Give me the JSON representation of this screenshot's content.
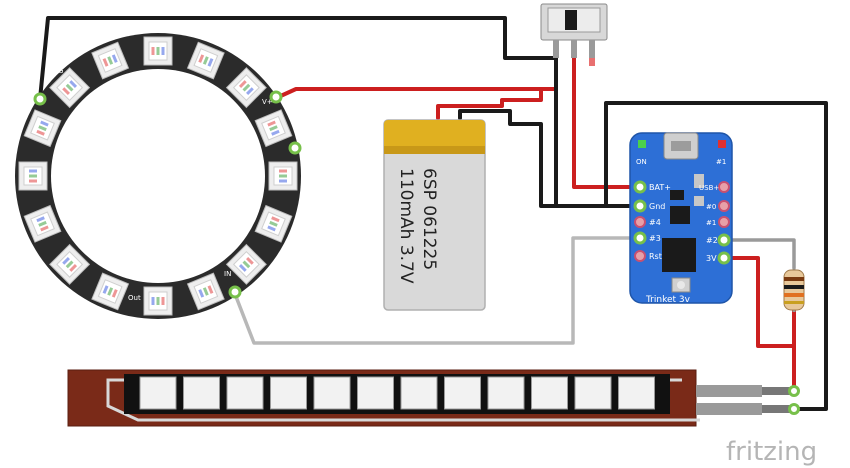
{
  "battery": {
    "line1": "6SP 061225",
    "line2": "110mAh 3.7V"
  },
  "trinket": {
    "name": "Trinket 3v",
    "labels": {
      "on": "ON",
      "pin1": "#1",
      "bat": "BAT+",
      "gnd": "Gnd",
      "pin4": "#4",
      "pin3": "#3",
      "rst": "Rst",
      "pin2": "#2",
      "v3": "3V",
      "usb": "USB+",
      "pin0": "#0"
    }
  },
  "ring": {
    "pixel_count": 16,
    "labels": {
      "gnd": "G",
      "vin": "V+",
      "din": "IN",
      "dout": "Out"
    }
  },
  "brand": {
    "text": "fritzing"
  },
  "colors": {
    "wire_black": "#1a1a1a",
    "wire_red": "#cc1f1f",
    "wire_grey": "#b8b8b8",
    "ring_body": "#2b2b2b",
    "trinket_blue": "#2d6fd6",
    "flex_brown": "#7a2a18",
    "battery_gold": "#e0b020",
    "battery_silver": "#d9d9d9"
  }
}
